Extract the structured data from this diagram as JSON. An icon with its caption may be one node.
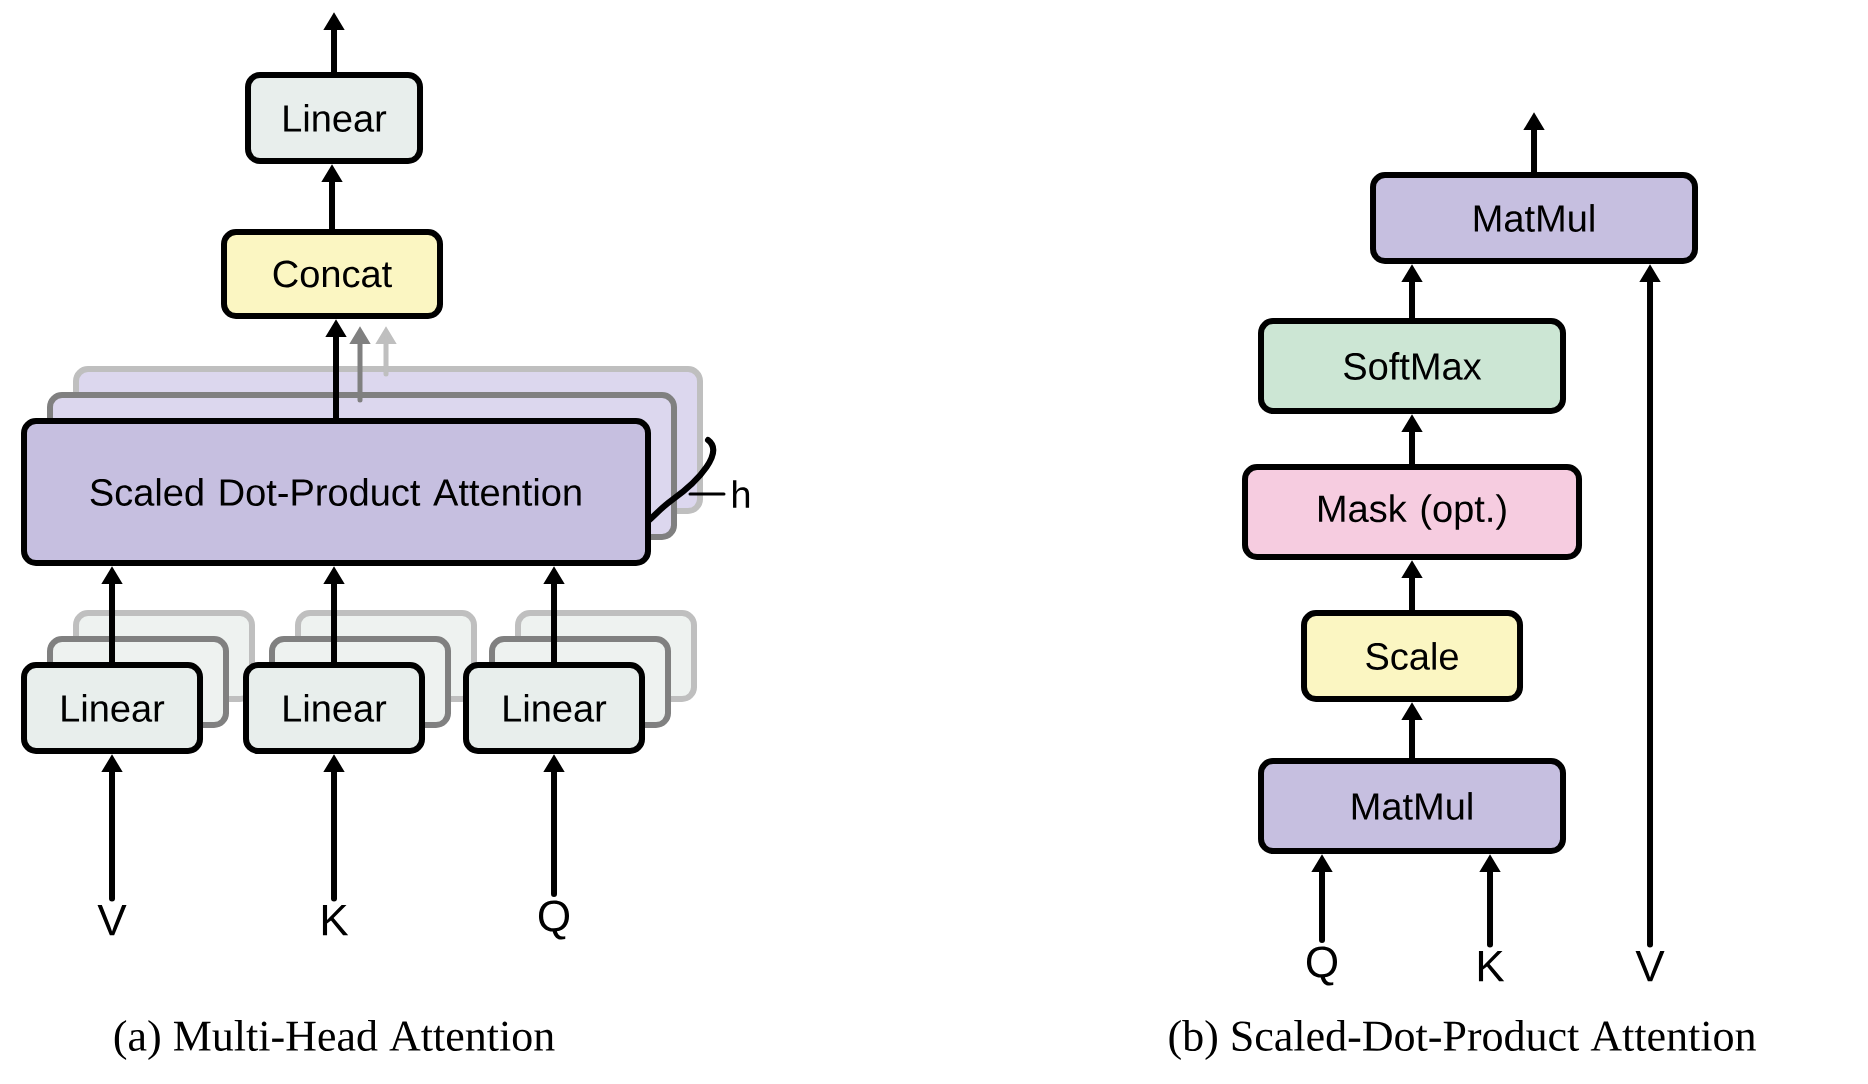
{
  "diagram": {
    "nodes": [
      {
        "text": [
          "Linear"
        ]
      },
      {
        "text": [
          "Concat"
        ]
      },
      {
        "text": [
          "Scaled Dot-Product Attention"
        ]
      },
      {
        "text": [
          "Linear"
        ]
      },
      {
        "text": [
          "Linear"
        ]
      },
      {
        "text": [
          "Linear"
        ]
      },
      {
        "text": [
          "V"
        ]
      },
      {
        "text": [
          "K"
        ]
      },
      {
        "text": [
          "Q"
        ]
      },
      {
        "text": [
          "MatMul"
        ]
      },
      {
        "text": [
          "SoftMax"
        ]
      },
      {
        "text": [
          "Mask (opt.)"
        ]
      },
      {
        "text": [
          "Scale"
        ]
      },
      {
        "text": [
          "MatMul"
        ]
      },
      {
        "text": [
          "Q"
        ]
      },
      {
        "text": [
          "K"
        ]
      },
      {
        "text": [
          "V"
        ]
      }
    ],
    "edges": [
      {
        "from": 0,
        "to": null,
        "arrow": "to"
      },
      {
        "from": 1,
        "to": 0,
        "arrow": "to"
      },
      {
        "from": 2,
        "to": 1,
        "arrow": "to"
      },
      {
        "from": 3,
        "to": 2,
        "arrow": "to"
      },
      {
        "from": 4,
        "to": 2,
        "arrow": "to"
      },
      {
        "from": 5,
        "to": 2,
        "arrow": "to"
      },
      {
        "from": 6,
        "to": 3,
        "arrow": "to"
      },
      {
        "from": 7,
        "to": 4,
        "arrow": "to"
      },
      {
        "from": 8,
        "to": 5,
        "arrow": "to"
      },
      {
        "from": 9,
        "to": null,
        "arrow": "to"
      },
      {
        "from": 10,
        "to": 9,
        "arrow": "to"
      },
      {
        "from": 11,
        "to": 10,
        "arrow": "to"
      },
      {
        "from": 12,
        "to": 11,
        "arrow": "to"
      },
      {
        "from": 13,
        "to": 12,
        "arrow": "to"
      },
      {
        "from": 14,
        "to": 13,
        "arrow": "to"
      },
      {
        "from": 15,
        "to": 13,
        "arrow": "to"
      },
      {
        "from": 16,
        "to": 9,
        "arrow": "to"
      }
    ],
    "labels": [
      "h",
      "(a) Multi-Head Attention",
      "(b) Scaled-Dot-Product Attention"
    ]
  }
}
